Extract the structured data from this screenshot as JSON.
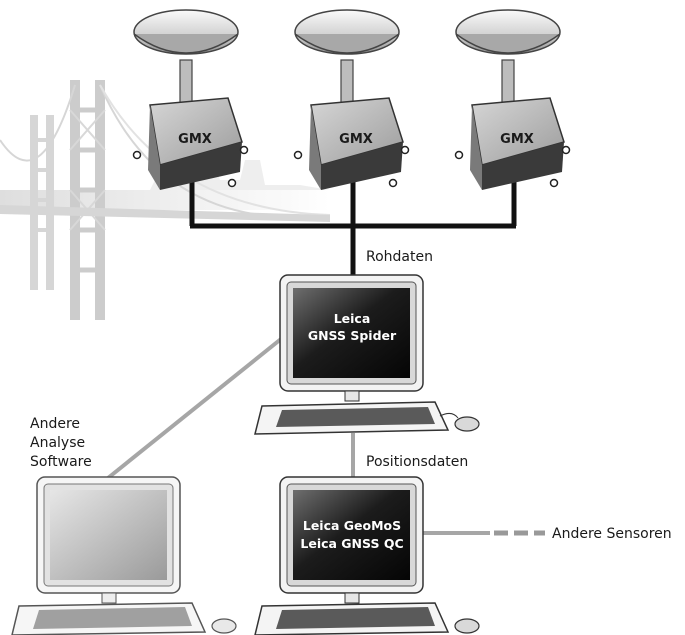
{
  "receivers": [
    {
      "label": "GMX"
    },
    {
      "label": "GMX"
    },
    {
      "label": "GMX"
    }
  ],
  "labels": {
    "raw_data": "Rohdaten",
    "position_data": "Positionsdaten",
    "other_sensors": "Andere Sensoren",
    "other_analysis": [
      "Andere",
      "Analyse",
      "Software"
    ]
  },
  "computers": {
    "spider": {
      "lines": [
        "Leica",
        "GNSS Spider"
      ]
    },
    "geomos": {
      "lines": [
        "Leica GeoMoS",
        "Leica GNSS QC"
      ]
    },
    "analysis": {
      "lines": []
    }
  },
  "colors": {
    "link": "#111111",
    "link_light": "#a6a6a6",
    "unit_body": "#b5b5b5",
    "screen_dark": "#0d0d0d",
    "bridge": "#e6e6e6"
  }
}
